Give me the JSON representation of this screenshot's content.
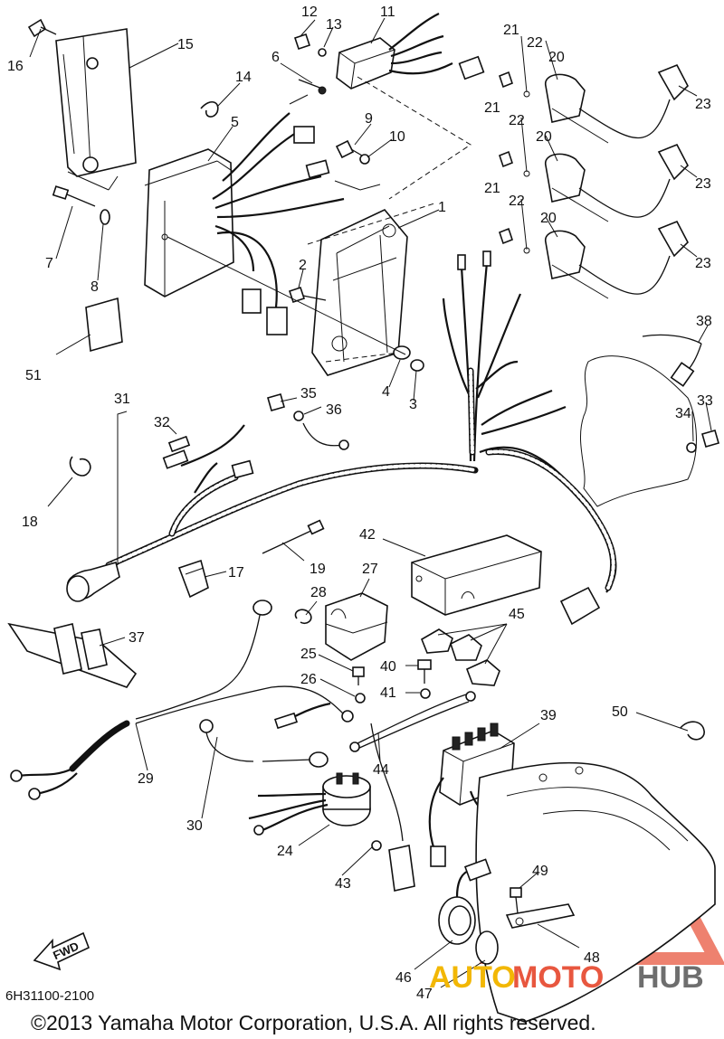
{
  "diagram": {
    "part_numbers": [
      "1",
      "2",
      "3",
      "4",
      "5",
      "6",
      "7",
      "8",
      "9",
      "10",
      "11",
      "12",
      "13",
      "14",
      "15",
      "16",
      "17",
      "18",
      "19",
      "20",
      "21",
      "22",
      "23",
      "24",
      "25",
      "26",
      "27",
      "28",
      "29",
      "30",
      "31",
      "32",
      "33",
      "34",
      "35",
      "36",
      "37",
      "38",
      "39",
      "40",
      "41",
      "42",
      "43",
      "44",
      "45",
      "46",
      "47",
      "48",
      "49",
      "50",
      "51"
    ],
    "duplicate_callouts": [
      "20",
      "20",
      "21",
      "21",
      "22",
      "22",
      "23",
      "23"
    ],
    "forward_marker": "FWD",
    "reference_code": "6H31100-2100",
    "copyright": "©2013 Yamaha Motor Corporation, U.S.A. All rights reserved.",
    "watermark": {
      "part_a": "AUTO",
      "part_b": "MOTO",
      "part_c": "HUB",
      "colors": [
        "#f2b705",
        "#e8573f",
        "#6e6e6e"
      ]
    }
  }
}
